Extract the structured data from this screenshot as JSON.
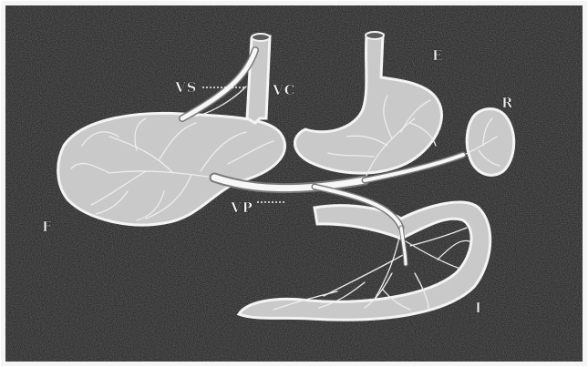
{
  "figure": {
    "labels": {
      "vs": "VS",
      "vc": "VC",
      "e": "E",
      "r": "R",
      "f": "F",
      "vp": "VP",
      "i": "I"
    }
  },
  "colors": {
    "background": "#262626",
    "frame": "#f5f5f5",
    "vessel": "#f7f7f7"
  }
}
